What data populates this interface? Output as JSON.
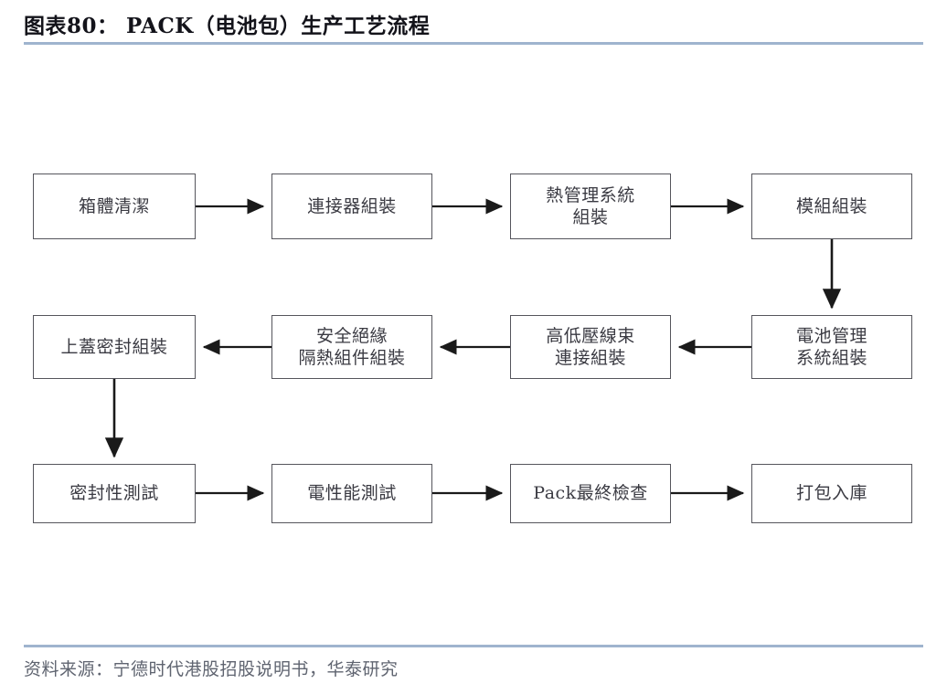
{
  "header": {
    "title": "图表80： PACK（电池包）生产工艺流程",
    "rule_color": "#9fb4ce"
  },
  "diagram": {
    "type": "flowchart",
    "node_border_color": "#55555c",
    "node_text_color": "#3a3a42",
    "arrow_color": "#1a1a1a",
    "rows": [
      {
        "direction": "left-to-right",
        "nodes": [
          {
            "id": "box-clean",
            "label": "箱體清潔"
          },
          {
            "id": "connector-asm",
            "label": "連接器組裝"
          },
          {
            "id": "thermal-asm",
            "label": "熱管理系統\n組裝"
          },
          {
            "id": "module-asm",
            "label": "模組組裝"
          }
        ]
      },
      {
        "direction": "right-to-left",
        "nodes": [
          {
            "id": "cover-seal-asm",
            "label": "上蓋密封組裝"
          },
          {
            "id": "insulation-asm",
            "label": "安全絕緣\n隔熱組件組裝"
          },
          {
            "id": "harness-asm",
            "label": "高低壓線束\n連接組裝"
          },
          {
            "id": "bms-asm",
            "label": "電池管理\n系統組裝"
          }
        ]
      },
      {
        "direction": "left-to-right",
        "nodes": [
          {
            "id": "seal-test",
            "label": "密封性測試"
          },
          {
            "id": "electrical-test",
            "label": "電性能測試"
          },
          {
            "id": "final-check",
            "label": "Pack最終檢查"
          },
          {
            "id": "pack-store",
            "label": "打包入庫"
          }
        ]
      }
    ],
    "connectors": [
      {
        "from": "box-clean",
        "to": "connector-asm",
        "orientation": "horizontal-right"
      },
      {
        "from": "connector-asm",
        "to": "thermal-asm",
        "orientation": "horizontal-right"
      },
      {
        "from": "thermal-asm",
        "to": "module-asm",
        "orientation": "horizontal-right"
      },
      {
        "from": "module-asm",
        "to": "bms-asm",
        "orientation": "vertical-down"
      },
      {
        "from": "bms-asm",
        "to": "harness-asm",
        "orientation": "horizontal-left"
      },
      {
        "from": "harness-asm",
        "to": "insulation-asm",
        "orientation": "horizontal-left"
      },
      {
        "from": "insulation-asm",
        "to": "cover-seal-asm",
        "orientation": "horizontal-left"
      },
      {
        "from": "cover-seal-asm",
        "to": "seal-test",
        "orientation": "vertical-down"
      },
      {
        "from": "seal-test",
        "to": "electrical-test",
        "orientation": "horizontal-right"
      },
      {
        "from": "electrical-test",
        "to": "final-check",
        "orientation": "horizontal-right"
      },
      {
        "from": "final-check",
        "to": "pack-store",
        "orientation": "horizontal-right"
      }
    ]
  },
  "footer": {
    "source": "资料来源：宁德时代港股招股说明书，华泰研究",
    "rule_color": "#9fb4ce"
  }
}
